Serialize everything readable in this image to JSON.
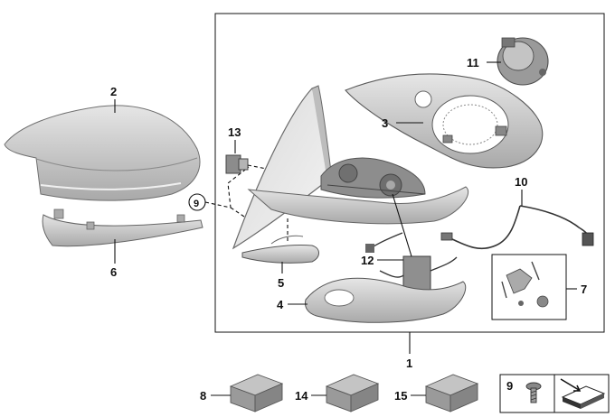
{
  "diagram": {
    "callouts": {
      "c1": "1",
      "c2": "2",
      "c3": "3",
      "c4": "4",
      "c5": "5",
      "c6": "6",
      "c7": "7",
      "c8": "8",
      "c9a": "9",
      "c9b": "9",
      "c10": "10",
      "c11": "11",
      "c12": "12",
      "c13": "13",
      "c14": "14",
      "c15": "15"
    },
    "icons": {
      "mirror_cap": "mirror-cap-icon",
      "turn_signal": "turn-signal-icon",
      "mirror_glass": "mirror-glass-icon",
      "housing_frame": "housing-frame-icon",
      "lower_trim": "lower-trim-icon",
      "cover_piece": "cover-piece-icon",
      "wiring_harness": "wiring-harness-icon",
      "drive_motor": "drive-motor-icon",
      "clip_set": "clip-set-icon",
      "connector": "connector-icon",
      "control_unit": "control-unit-icon",
      "box_part": "box-part-icon",
      "screw": "screw-icon",
      "plate_arrow": "plate-arrow-icon"
    },
    "colors": {
      "part_fill": "#c9c9c9",
      "part_shade": "#9a9a9a",
      "line": "#111111"
    }
  }
}
